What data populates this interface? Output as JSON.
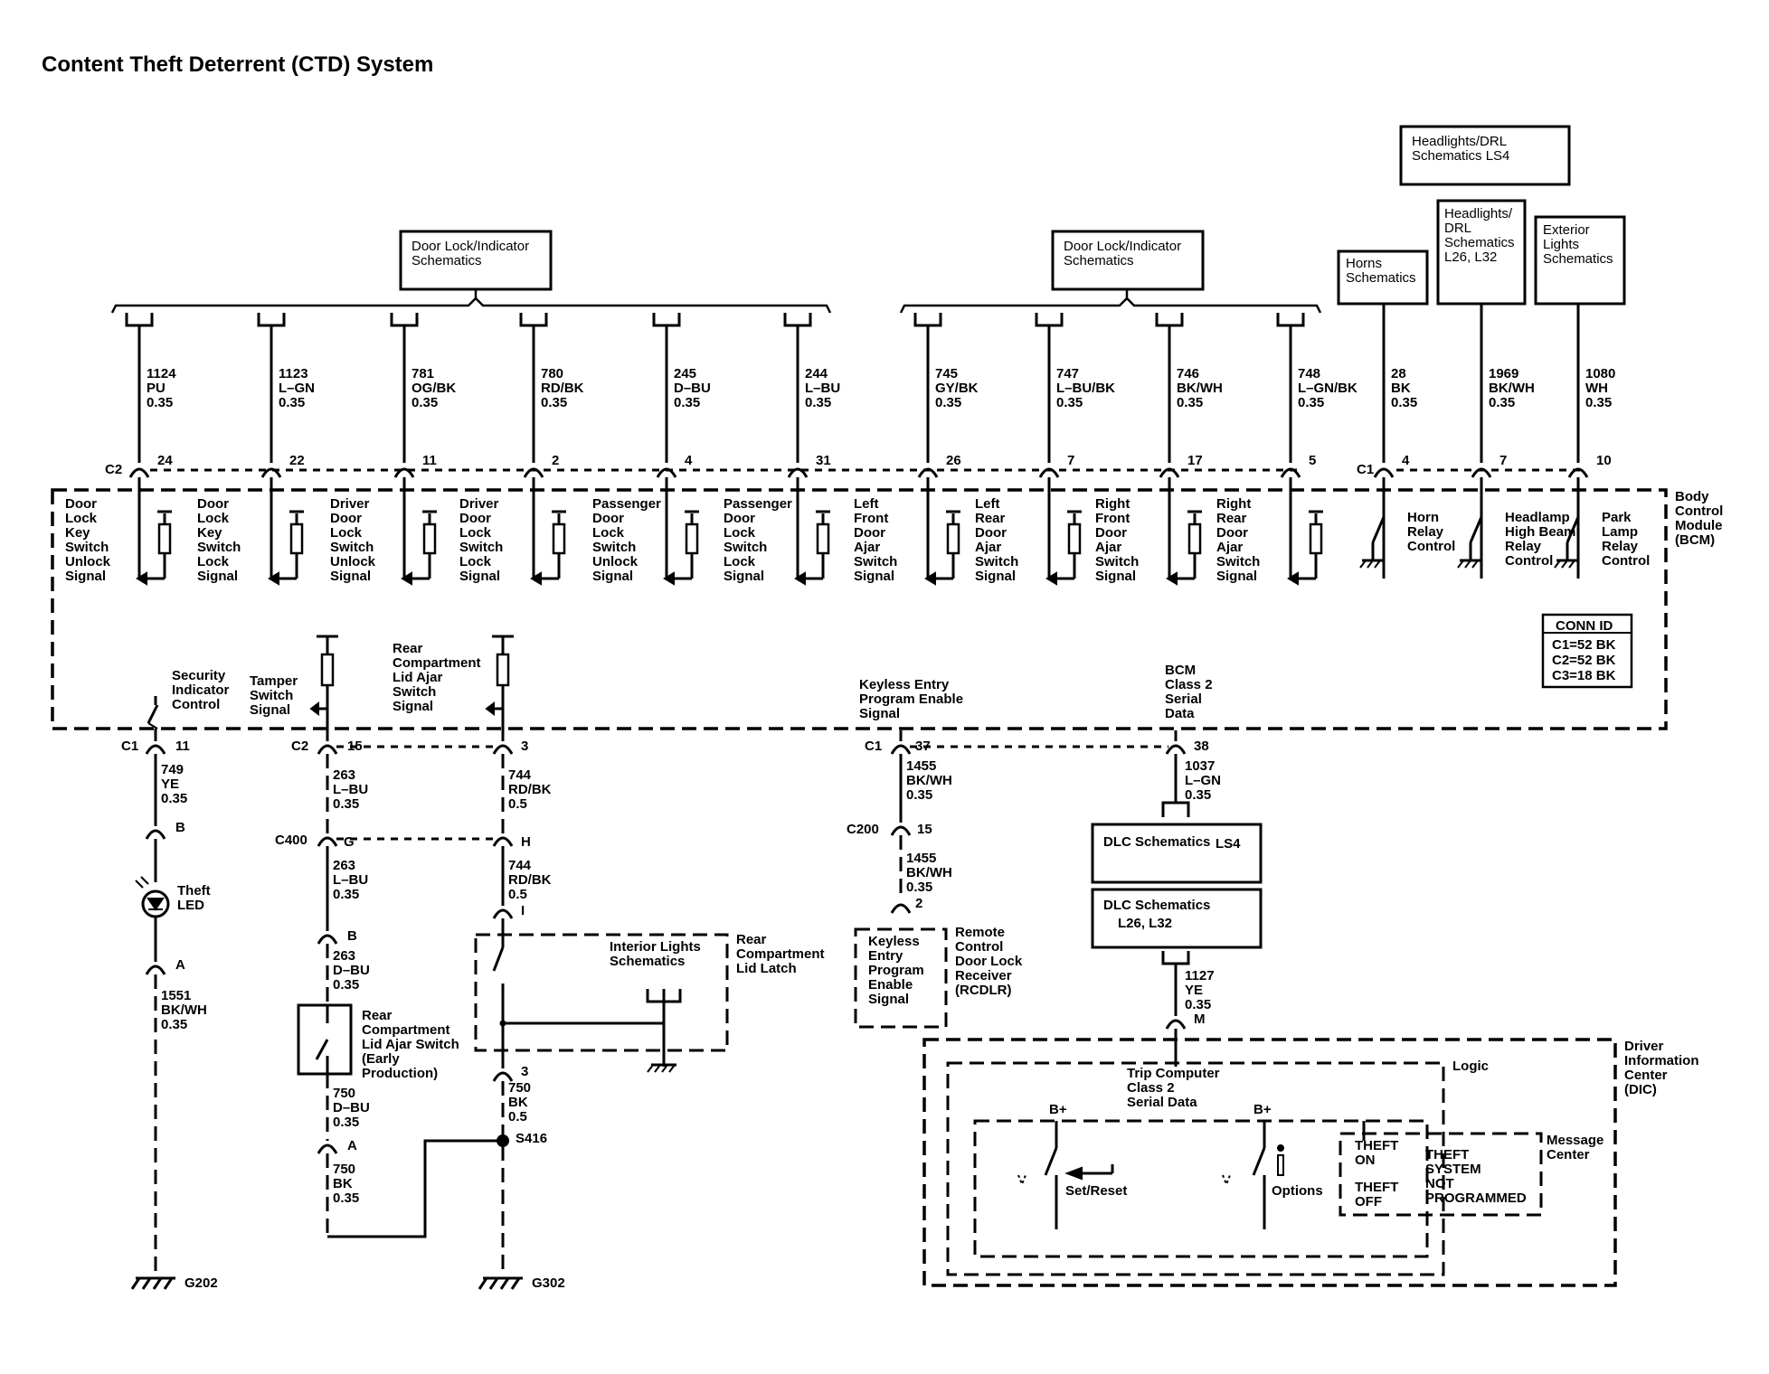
{
  "title": "Content Theft Deterrent (CTD) System",
  "ref_boxes": {
    "door_lock_left": [
      "Door Lock/Indicator",
      "Schematics"
    ],
    "door_lock_right": [
      "Door Lock/Indicator",
      "Schematics"
    ],
    "headlights_drl_ls4": [
      "Headlights/DRL",
      "Schematics LS4"
    ],
    "horns": [
      "Horns",
      "Schematics"
    ],
    "headlights_drl_l26": [
      "Headlights/",
      "DRL",
      "Schematics",
      "L26, L32"
    ],
    "exterior_lights": [
      "Exterior",
      "Lights",
      "Schematics"
    ],
    "interior_lights": [
      "Interior Lights",
      "Schematics"
    ],
    "dlc_ls4": [
      "DLC Schematics",
      "LS4"
    ],
    "dlc_l26": [
      "DLC Schematics",
      "L26, L32"
    ]
  },
  "top_wires": [
    {
      "circuit": "1124",
      "color": "PU",
      "size": "0.35",
      "pin": "24",
      "func": [
        "Door",
        "Lock",
        "Key",
        "Switch",
        "Unlock",
        "Signal"
      ]
    },
    {
      "circuit": "1123",
      "color": "L–GN",
      "size": "0.35",
      "pin": "22",
      "func": [
        "Door",
        "Lock",
        "Key",
        "Switch",
        "Lock",
        "Signal"
      ]
    },
    {
      "circuit": "781",
      "color": "OG/BK",
      "size": "0.35",
      "pin": "11",
      "func": [
        "Driver",
        "Door",
        "Lock",
        "Switch",
        "Unlock",
        "Signal"
      ]
    },
    {
      "circuit": "780",
      "color": "RD/BK",
      "size": "0.35",
      "pin": "2",
      "func": [
        "Driver",
        "Door",
        "Lock",
        "Switch",
        "Lock",
        "Signal"
      ]
    },
    {
      "circuit": "245",
      "color": "D–BU",
      "size": "0.35",
      "pin": "4",
      "func": [
        "Passenger",
        "Door",
        "Lock",
        "Switch",
        "Unlock",
        "Signal"
      ]
    },
    {
      "circuit": "244",
      "color": "L–BU",
      "size": "0.35",
      "pin": "31",
      "func": [
        "Passenger",
        "Door",
        "Lock",
        "Switch",
        "Lock",
        "Signal"
      ]
    },
    {
      "circuit": "745",
      "color": "GY/BK",
      "size": "0.35",
      "pin": "26",
      "func": [
        "Left",
        "Front",
        "Door",
        "Ajar",
        "Switch",
        "Signal"
      ]
    },
    {
      "circuit": "747",
      "color": "L–BU/BK",
      "size": "0.35",
      "pin": "7",
      "func": [
        "Left",
        "Rear",
        "Door",
        "Ajar",
        "Switch",
        "Signal"
      ]
    },
    {
      "circuit": "746",
      "color": "BK/WH",
      "size": "0.35",
      "pin": "17",
      "func": [
        "Right",
        "Front",
        "Door",
        "Ajar",
        "Switch",
        "Signal"
      ]
    },
    {
      "circuit": "748",
      "color": "L–GN/BK",
      "size": "0.35",
      "pin": "5",
      "func": [
        "Right",
        "Rear",
        "Door",
        "Ajar",
        "Switch",
        "Signal"
      ]
    },
    {
      "circuit": "28",
      "color": "BK",
      "size": "0.35",
      "pin": "4",
      "func": [
        "Horn",
        "Relay",
        "Control"
      ]
    },
    {
      "circuit": "1969",
      "color": "BK/WH",
      "size": "0.35",
      "pin": "7",
      "func": [
        "Headlamp",
        "High Beam",
        "Relay",
        "Control"
      ]
    },
    {
      "circuit": "1080",
      "color": "WH",
      "size": "0.35",
      "pin": "10",
      "func": [
        "Park",
        "Lamp",
        "Relay",
        "Control"
      ]
    }
  ],
  "connectors": {
    "c2_top": "C2",
    "c1_top": "C1",
    "c1": "C1",
    "c2": "C2",
    "c400": "C400",
    "c1_right": "C1",
    "c200": "C200"
  },
  "bcm_label": [
    "Body",
    "Control",
    "Module",
    "(BCM)"
  ],
  "conn_id": {
    "title": "CONN ID",
    "rows": [
      "C1=52 BK",
      "C2=52 BK",
      "C3=18 BK"
    ]
  },
  "bcm_inner": {
    "security": [
      "Security",
      "Indicator",
      "Control"
    ],
    "tamper": [
      "Tamper",
      "Switch",
      "Signal"
    ],
    "rear_comp": [
      "Rear",
      "Compartment",
      "Lid Ajar",
      "Switch",
      "Signal"
    ],
    "keyless": [
      "Keyless Entry",
      "Program Enable",
      "Signal"
    ],
    "class2": [
      "BCM",
      "Class 2",
      "Serial",
      "Data"
    ]
  },
  "lower": {
    "pins": {
      "p11": "11",
      "p15": "15",
      "p3": "3",
      "p37": "37",
      "p38": "38",
      "pB1": "B",
      "pA1": "A",
      "pG": "G",
      "pH": "H",
      "pB2": "B",
      "pI": "I",
      "p3b": "3",
      "pA2": "A",
      "p15b": "15",
      "p2": "2",
      "pM": "M"
    },
    "wires": {
      "w749": [
        "749",
        "YE",
        "0.35"
      ],
      "w1551": [
        "1551",
        "BK/WH",
        "0.35"
      ],
      "w263a": [
        "263",
        "L–BU",
        "0.35"
      ],
      "w263b": [
        "263",
        "L–BU",
        "0.35"
      ],
      "w263c": [
        "263",
        "D–BU",
        "0.35"
      ],
      "w750a": [
        "750",
        "D–BU",
        "0.35"
      ],
      "w750b": [
        "750",
        "BK",
        "0.35"
      ],
      "w744a": [
        "744",
        "RD/BK",
        "0.5"
      ],
      "w744b": [
        "744",
        "RD/BK",
        "0.5"
      ],
      "w750c": [
        "750",
        "BK",
        "0.5"
      ],
      "w1455a": [
        "1455",
        "BK/WH",
        "0.35"
      ],
      "w1455b": [
        "1455",
        "BK/WH",
        "0.35"
      ],
      "w1037": [
        "1037",
        "L–GN",
        "0.35"
      ],
      "w1127": [
        "1127",
        "YE",
        "0.35"
      ]
    },
    "theft_led": [
      "Theft",
      "LED"
    ],
    "rear_switch": [
      "Rear",
      "Compartment",
      "Lid Ajar Switch",
      "(Early",
      "Production)"
    ],
    "rear_latch": [
      "Rear",
      "Compartment",
      "Lid Latch"
    ],
    "splice": "S416",
    "g202": "G202",
    "g302": "G302",
    "keyless_box": [
      "Keyless",
      "Entry",
      "Program",
      "Enable",
      "Signal"
    ],
    "rcdlr": [
      "Remote",
      "Control",
      "Door Lock",
      "Receiver",
      "(RCDLR)"
    ]
  },
  "dic": {
    "label": [
      "Driver",
      "Information",
      "Center",
      "(DIC)"
    ],
    "logic": "Logic",
    "trip": [
      "Trip Computer",
      "Class 2",
      "Serial Data"
    ],
    "bplus1": "B+",
    "bplus2": "B+",
    "set_reset": "Set/Reset",
    "options": "Options",
    "message_center": [
      "Message",
      "Center"
    ],
    "theft_on": [
      "THEFT",
      "ON"
    ],
    "theft_off": [
      "THEFT",
      "OFF"
    ],
    "theft_msg": [
      "THEFT",
      "SYSTEM",
      "NOT",
      "PROGRAMMED"
    ]
  }
}
